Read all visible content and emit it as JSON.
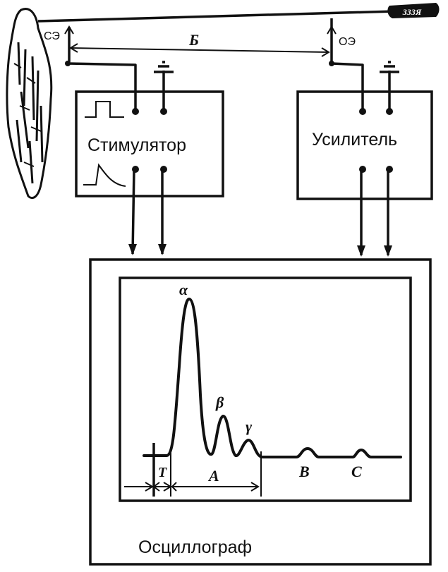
{
  "electrodes": {
    "stimulating": "СЭ",
    "recording": "ОЭ",
    "distance": "Б"
  },
  "nerve_end_label": "ЗЗЗЯ",
  "stimulator": {
    "label": "Стимулятор"
  },
  "amplifier": {
    "label": "Усилитель"
  },
  "oscilloscope": {
    "label": "Осциллограф",
    "waves": {
      "alpha": "α",
      "beta": "β",
      "gamma": "γ",
      "B": "B",
      "C": "C"
    },
    "intervals": {
      "T": "T",
      "A": "A"
    }
  }
}
